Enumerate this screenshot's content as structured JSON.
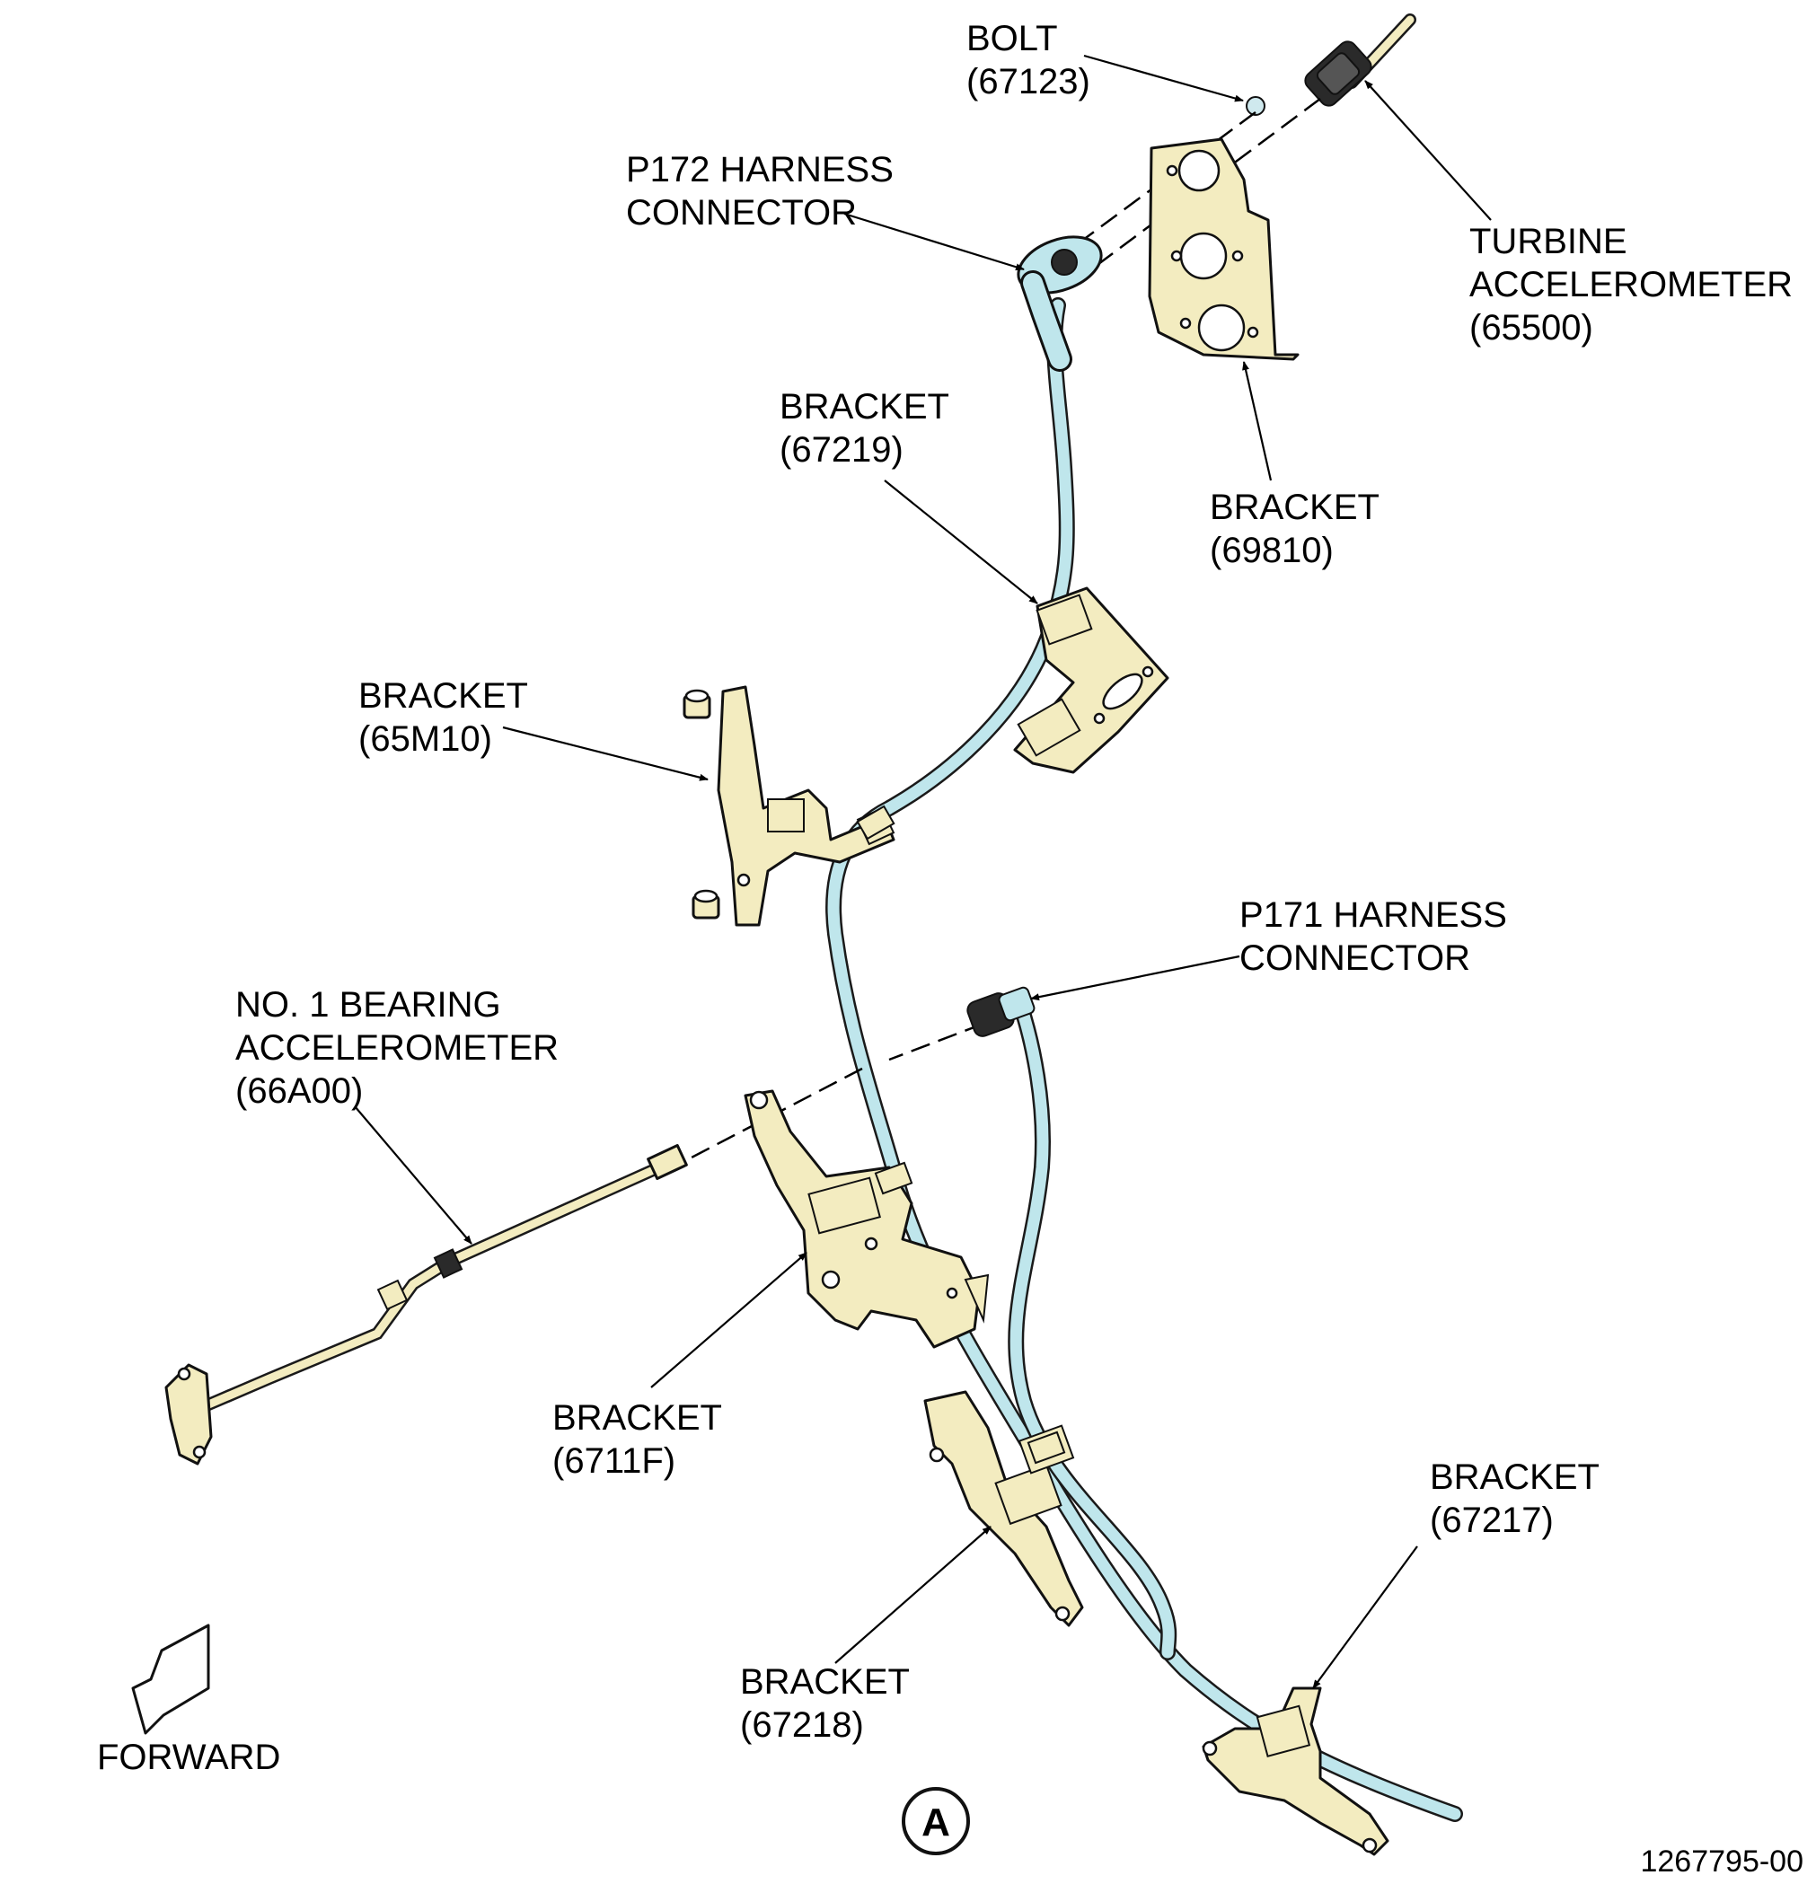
{
  "labels": {
    "bolt": [
      "BOLT",
      "(67123)"
    ],
    "p172": [
      "P172 HARNESS",
      "CONNECTOR"
    ],
    "turbine": [
      "TURBINE",
      "ACCELEROMETER",
      "(65500)"
    ],
    "bracket_67219": [
      "BRACKET",
      "(67219)"
    ],
    "bracket_69810": [
      "BRACKET",
      "(69810)"
    ],
    "bracket_65m10": [
      "BRACKET",
      "(65M10)"
    ],
    "p171": [
      "P171 HARNESS",
      "CONNECTOR"
    ],
    "bearing": [
      "NO. 1 BEARING",
      "ACCELEROMETER",
      "(66A00)"
    ],
    "bracket_6711f": [
      "BRACKET",
      "(6711F)"
    ],
    "bracket_67217": [
      "BRACKET",
      "(67217)"
    ],
    "bracket_67218": [
      "BRACKET",
      "(67218)"
    ],
    "forward": "FORWARD",
    "view": "A",
    "figure_number": "1267795-00"
  },
  "colors": {
    "harness": "#bfe6ec",
    "bracket": "#f3ecc0",
    "outline": "#111111"
  }
}
